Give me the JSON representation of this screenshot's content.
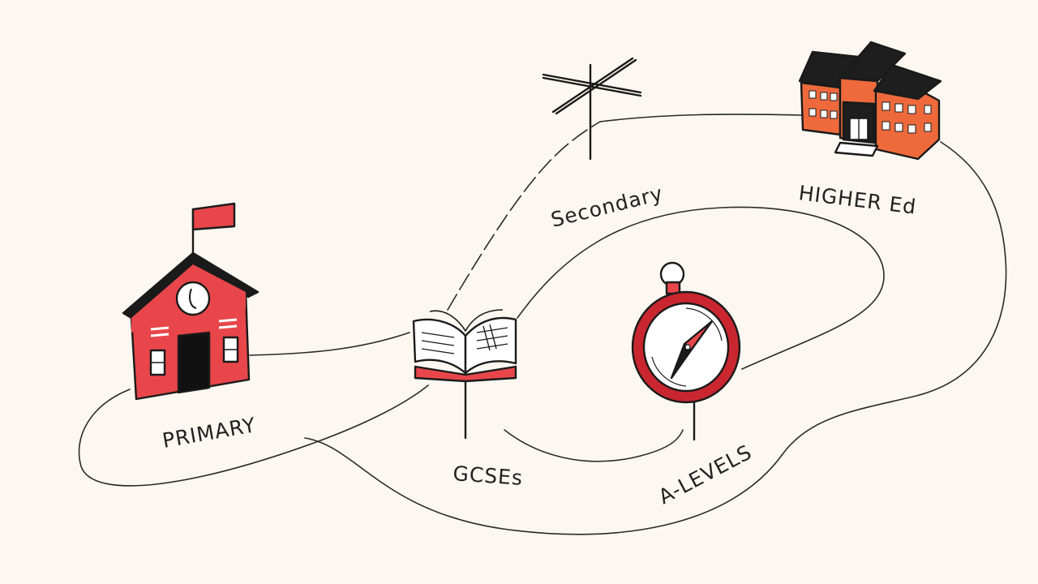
{
  "stages": [
    {
      "key": "primary",
      "label": "PRIMARY",
      "icon": "primary-school-icon"
    },
    {
      "key": "gcses",
      "label": "GCSEs",
      "icon": "open-book-icon"
    },
    {
      "key": "secondary",
      "label": "Secondary",
      "icon": "signpost-icon"
    },
    {
      "key": "alevels",
      "label": "A-LEVELS",
      "icon": "compass-icon"
    },
    {
      "key": "higher",
      "label": "HIGHER Ed",
      "icon": "university-building-icon"
    }
  ],
  "colors": {
    "background": "#fcf8f1",
    "accent_red": "#e8464a",
    "accent_orange": "#ee6a3c",
    "ink": "#1a1a1a"
  }
}
